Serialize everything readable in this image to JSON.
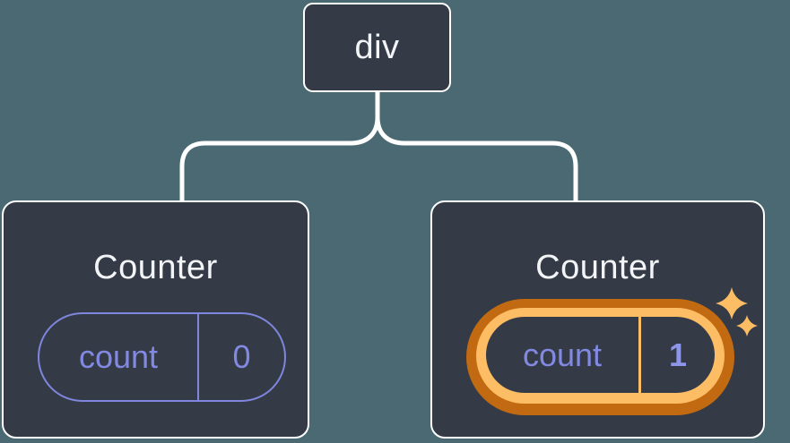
{
  "tree": {
    "root": {
      "label": "div"
    },
    "children": [
      {
        "title": "Counter",
        "state": {
          "key": "count",
          "value": "0"
        },
        "highlighted": false
      },
      {
        "title": "Counter",
        "state": {
          "key": "count",
          "value": "1"
        },
        "highlighted": true
      }
    ]
  },
  "colors": {
    "background": "#4a6972",
    "card": "#343a46",
    "connector": "#ffffff",
    "state_purple": "#7e86dd",
    "state_text_purple": "#8289e2",
    "highlight_orange_light": "#fcbd64",
    "highlight_orange_dark": "#c26a12",
    "title_text": "#f3f4f7"
  },
  "icons": {
    "sparkles": "sparkles"
  }
}
